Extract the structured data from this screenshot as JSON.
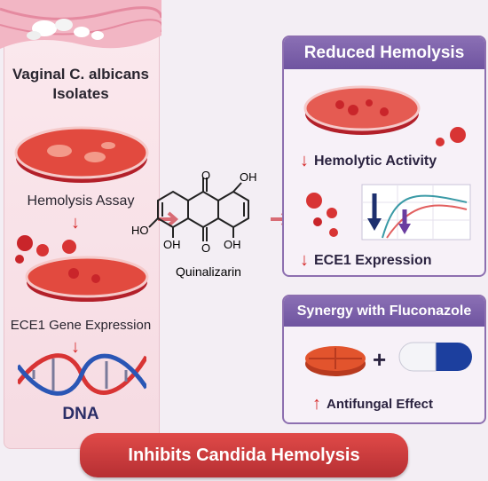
{
  "left": {
    "title_line1": "Vaginal C. albicans",
    "title_line2": "Isolates",
    "step1": "Hemolysis Assay",
    "step2": "ECE1 Gene Expression",
    "step3": "DNA"
  },
  "center": {
    "compound": "Quinalizarin",
    "oh_top": "OH",
    "oh_left": "HO",
    "oh_bottom_left": "OH",
    "oh_bottom_right": "OH",
    "o_top": "O",
    "o_bottom": "O"
  },
  "top_card": {
    "title": "Reduced Hemolysis",
    "line1": "Hemolytic Activity",
    "line2": "ECE1 Expression"
  },
  "bottom_card": {
    "title": "Synergy with Fluconazole",
    "plus": "+",
    "line1": "Antifungal Effect"
  },
  "banner": "Inhibits Candida Hemolysis",
  "colors": {
    "accent_red": "#d52a2a",
    "purple": "#7b5fa8",
    "blood_red": "#d83434"
  }
}
